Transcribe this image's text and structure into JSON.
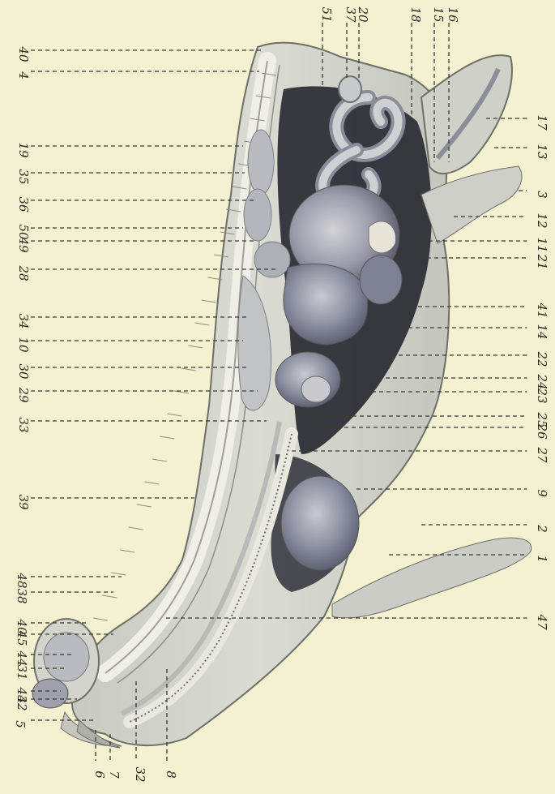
{
  "figure": {
    "left_labels": [
      "40",
      "4",
      "19",
      "35",
      "36",
      "50",
      "49",
      "28",
      "34",
      "10",
      "30",
      "29",
      "33",
      "39",
      "48",
      "38",
      "40",
      "45",
      "44",
      "31",
      "43",
      "42",
      "5"
    ],
    "right_labels": [
      "17",
      "13",
      "3",
      "12",
      "11",
      "21",
      "41",
      "14",
      "22",
      "24",
      "23",
      "25",
      "26",
      "27",
      "9",
      "2",
      "1",
      "47"
    ],
    "top_labels": [
      "51",
      "37",
      "20",
      "18",
      "15",
      "16"
    ],
    "bottom_labels": [
      "6",
      "7",
      "32",
      "8"
    ]
  },
  "colors": {
    "background": "#f3f1cf",
    "tissue_light": "#d6d7cd",
    "tissue_mid": "#a9acb6",
    "organ_dark": "#6e7184",
    "cavity_dark": "#2a2a33"
  }
}
